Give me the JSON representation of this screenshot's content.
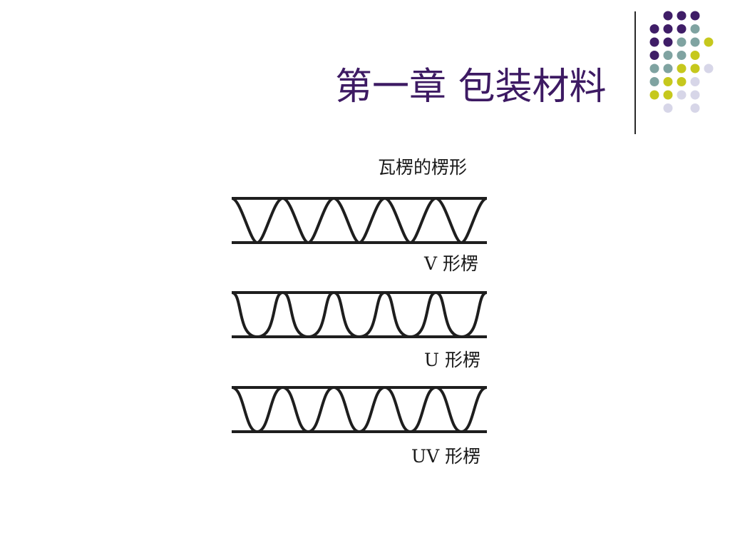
{
  "slide": {
    "title": "第一章 包装材料"
  },
  "figure": {
    "title": "瓦楞的楞形",
    "flutes": [
      {
        "label": "V 形楞",
        "shape": "V"
      },
      {
        "label": "U 形楞",
        "shape": "U"
      },
      {
        "label": "UV 形楞",
        "shape": "UV"
      }
    ]
  },
  "colors": {
    "title": "#3d1a63",
    "dot_purple": "#3f1d67",
    "dot_teal": "#7fa3a1",
    "dot_olive": "#c6c81d",
    "dot_lavender": "#d7d6e8"
  }
}
